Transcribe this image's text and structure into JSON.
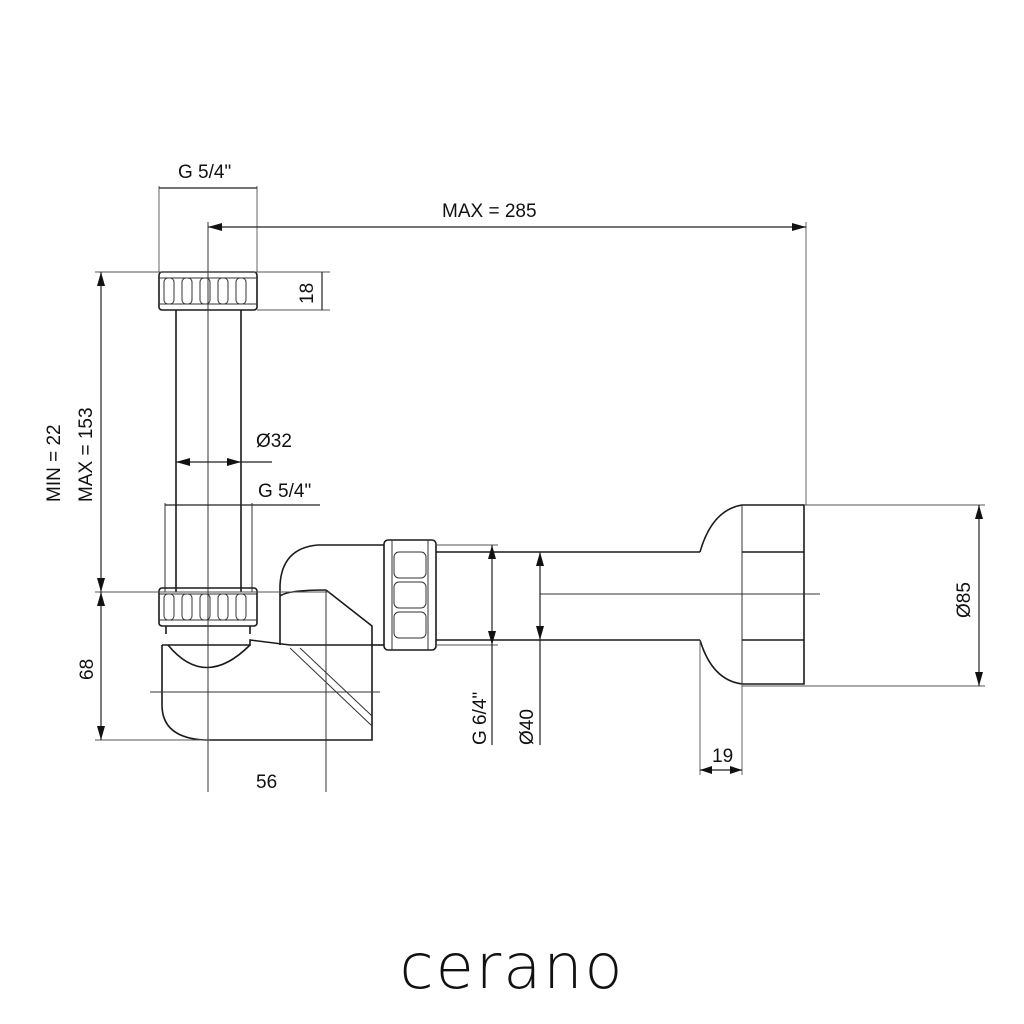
{
  "drawing": {
    "labels": {
      "thread_top": "G 5/4\"",
      "max_length": "MAX  =  285",
      "nut_height": "18",
      "min_height": "MIN  =  22",
      "max_height": "MAX  =  153",
      "pipe_diameter": "Ø32",
      "thread_mid": "G 5/4\"",
      "trap_height": "68",
      "offset": "56",
      "outlet_thread": "G 6/4\"",
      "outlet_diameter": "Ø40",
      "rosette_diameter": "Ø85",
      "rosette_depth": "19"
    }
  },
  "brand": {
    "name": "cerano"
  }
}
